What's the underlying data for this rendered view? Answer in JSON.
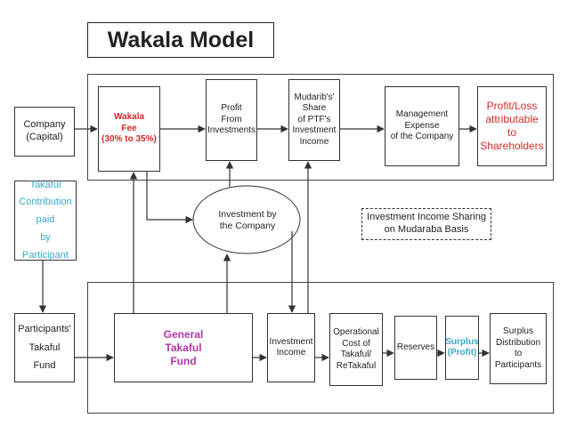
{
  "title": "Wakala Model",
  "nodes": {
    "company_capital": "Company\n(Capital)",
    "wakala_fee": "Wakala\nFee\n(30% to 35%)",
    "profit_from_investments": "Profit\nFrom\nInvestments",
    "mudaribs_share": "Mudarib's'\nShare\nof PTF's\nInvestment\nIncome",
    "management_expense": "Management\nExpense\nof the Company",
    "profit_loss_shareholders": "Profit/Loss\nattributable to\nShareholders",
    "takaful_contribution": "Takaful\nContribution\npaid\nby Participant",
    "investment_by_company": "Investment by\nthe Company",
    "investment_income_sharing": "Investment Income Sharing\non Mudaraba Basis",
    "participants_takaful_fund": "Participants'\nTakaful Fund",
    "general_takaful_fund": "General\nTakaful\nFund",
    "investment_income": "Investment\nIncome",
    "operational_cost": "Operational\nCost of\nTakaful/\nReTakaful",
    "reserves": "Reserves",
    "surplus_profit": "Surplus\n(Profit)",
    "surplus_distribution": "Surplus\nDistribution\nto\nParticipants"
  },
  "colors": {
    "red": "#d32a2a",
    "purple": "#b336a6",
    "cyan": "#39a8c9",
    "line": "#333333"
  }
}
